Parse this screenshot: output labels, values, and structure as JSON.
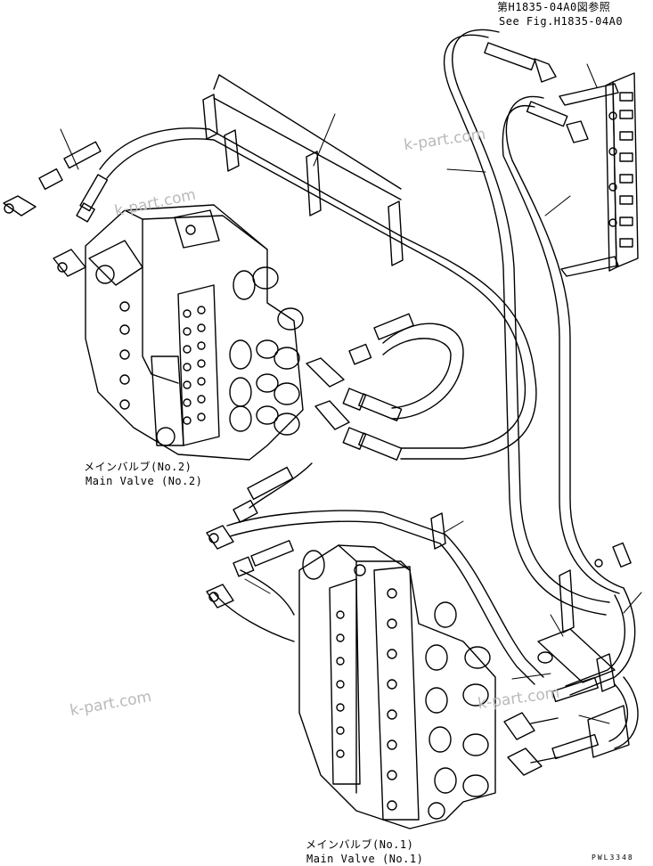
{
  "labels": {
    "ref_ja": "第H1835-04A0図参照",
    "ref_en": "See Fig.H1835-04A0",
    "valve2_ja": "メインバルブ(No.2)",
    "valve2_en": "Main Valve (No.2)",
    "valve1_ja": "メインバルブ(No.1)",
    "valve1_en": "Main Valve (No.1)",
    "drawing_code": "PWL3348"
  },
  "watermark": {
    "text": "k-part.com",
    "color": "#b9b9b9"
  }
}
